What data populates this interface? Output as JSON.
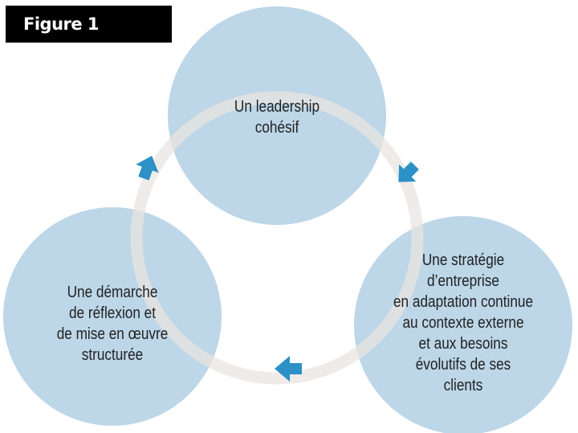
{
  "figure_label": "Figure 1",
  "colors": {
    "circle_fill": "#bdd6e8",
    "ring": "#efeae6",
    "arrow": "#2b91c6",
    "label_bg": "#000000"
  },
  "nodes": {
    "top": {
      "lines": [
        "Un leadership",
        "cohésif"
      ]
    },
    "right": {
      "lines": [
        "Une stratégie",
        "d’entreprise",
        "en adaptation continue",
        "au contexte externe",
        "et aux besoins",
        "évolutifs de ses",
        "clients"
      ]
    },
    "left": {
      "lines": [
        "Une démarche",
        "de réflexion et",
        "de mise en œuvre",
        "structurée"
      ]
    }
  }
}
